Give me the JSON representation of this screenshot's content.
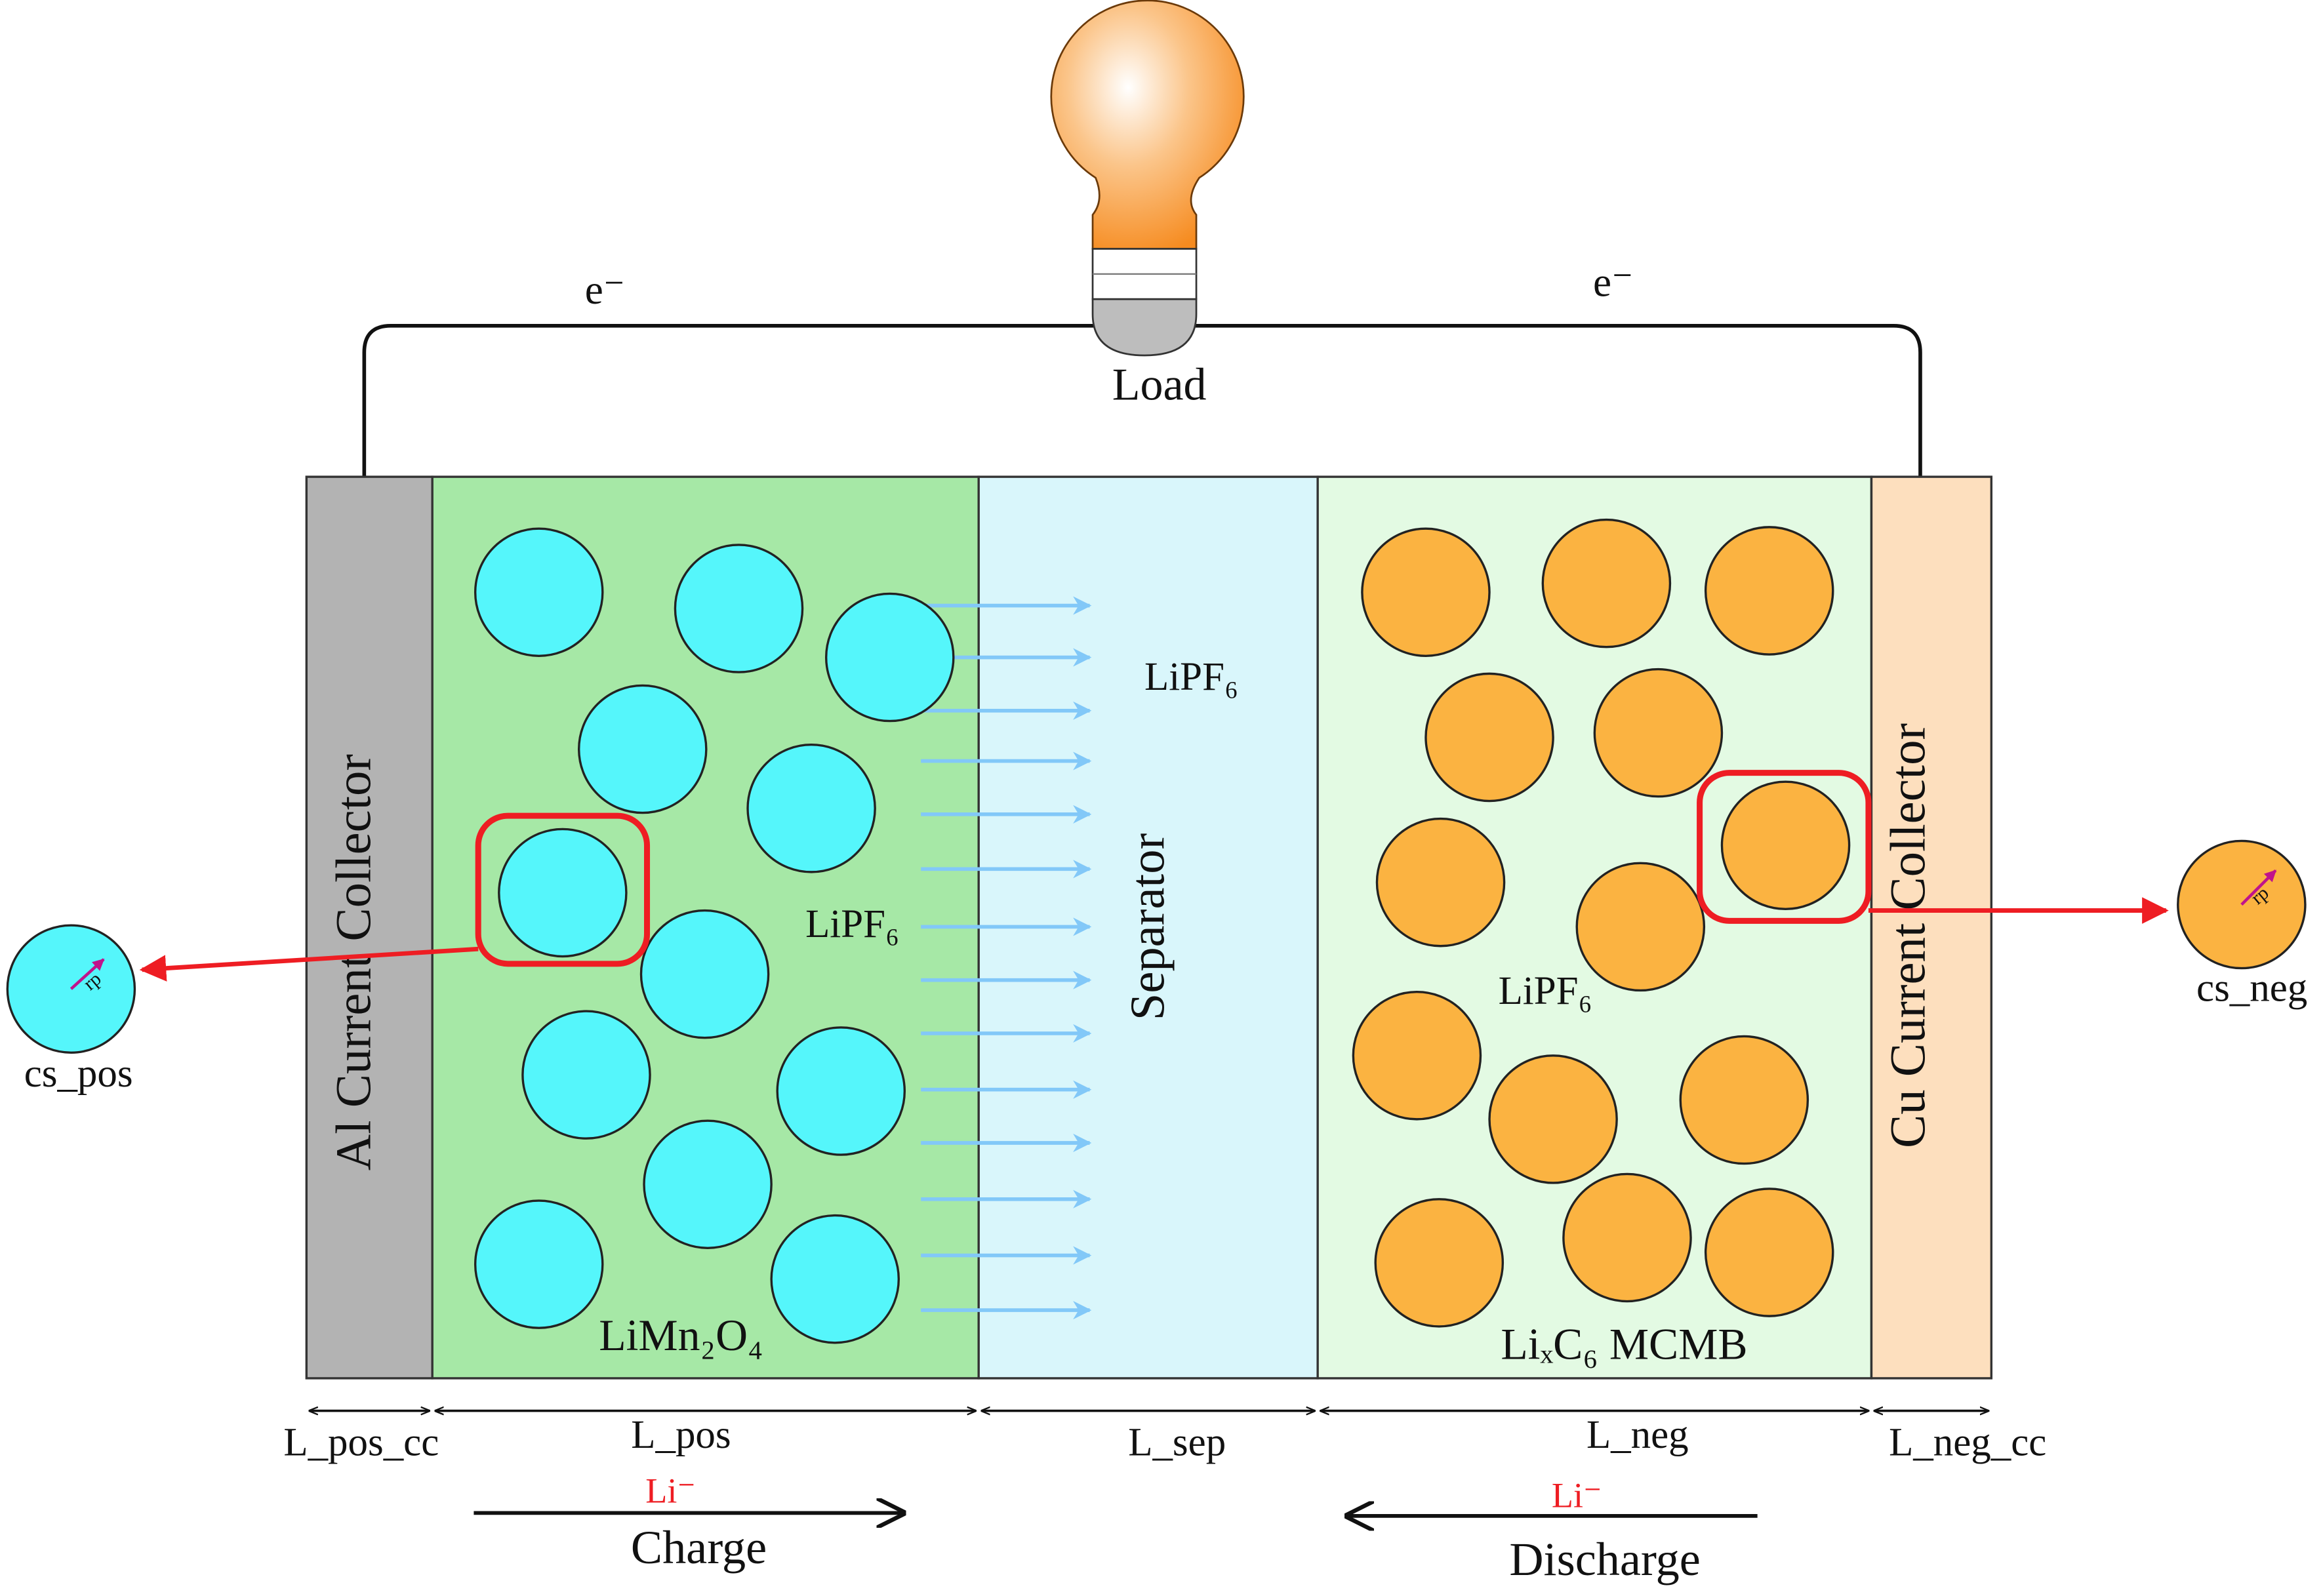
{
  "circuit": {
    "load_label": "Load",
    "electron_left": "e⁻",
    "electron_right": "e⁻"
  },
  "layers": {
    "al_collector": "Al Current Collector",
    "positive_material": "LiMn₂O₄",
    "positive_electrolyte": "LiPF₆",
    "separator": "Separator",
    "separator_electrolyte": "LiPF₆",
    "negative_electrolyte": "LiPF₆",
    "negative_material": "LiₓC₆ MCMB",
    "cu_collector": "Cu Current Collector"
  },
  "particles": {
    "positive_label": "cs_pos",
    "negative_label": "cs_neg",
    "radius_symbol": "rp"
  },
  "dimensions": {
    "l_pos_cc": "L_pos_cc",
    "l_pos": "L_pos",
    "l_sep": "L_sep",
    "l_neg": "L_neg",
    "l_neg_cc": "L_neg_cc"
  },
  "directions": {
    "charge_ion": "Li⁻",
    "charge_label": "Charge",
    "discharge_ion": "Li⁻",
    "discharge_label": "Discharge"
  },
  "colors": {
    "al_collector": "#b3b3b3",
    "positive_region": "#a6e8a6",
    "positive_particle": "#55f6fb",
    "separator_region": "#d9f6fb",
    "negative_region": "#e3fae3",
    "negative_particle": "#fbb341",
    "cu_collector": "#fddfbe",
    "ion_arrow": "#82c8f8",
    "highlight": "#ee1d23",
    "radius_marker": "#c0138c",
    "bulb": "#f68b1f"
  }
}
